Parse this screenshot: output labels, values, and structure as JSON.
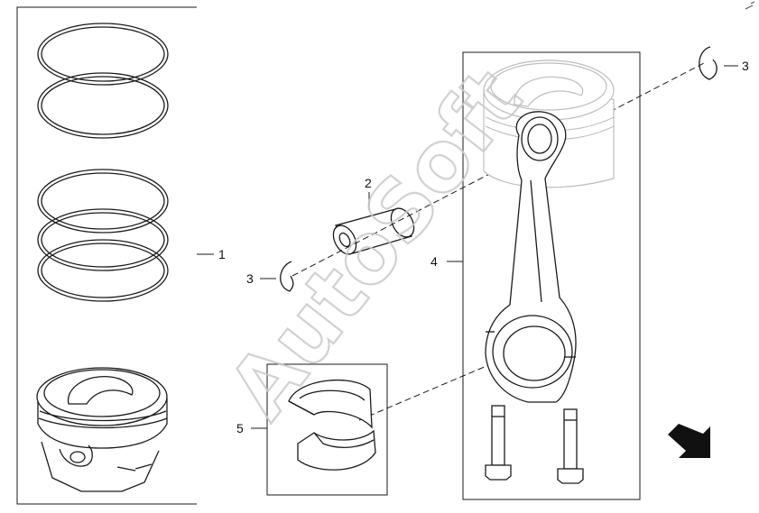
{
  "watermark": "AutoSoft",
  "callouts": {
    "c1": "1",
    "c2": "2",
    "c3a": "3",
    "c3b": "3",
    "c4": "4",
    "c5": "5"
  },
  "colors": {
    "line": "#1a1a1a",
    "watermark": "#c9c9c9",
    "arrow": "#111111"
  },
  "icons": {
    "direction": "direction-arrow-icon"
  }
}
